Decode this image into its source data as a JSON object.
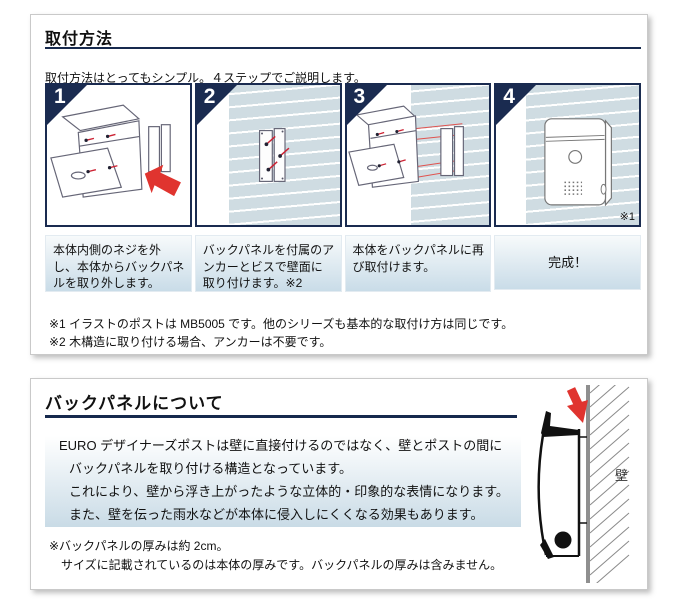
{
  "section1": {
    "title": "取付方法",
    "subtitle": "取付方法はとってもシンプル。４ステップでご説明します。",
    "steps": [
      {
        "number": "1",
        "caption": "本体内側のネジを外し、本体からバックパネルを取り外します。"
      },
      {
        "number": "2",
        "caption": "バックパネルを付属のアンカーとビスで壁面に取り付けます。※2"
      },
      {
        "number": "3",
        "caption": "本体をバックパネルに再び取付けます。"
      },
      {
        "number": "4",
        "caption": "完成！",
        "note": "※1"
      }
    ],
    "footnotes": [
      "※1 イラストのポストは MB5005 です。他のシリーズも基本的な取付け方は同じです。",
      "※2 木構造に取り付ける場合、アンカーは不要です。"
    ]
  },
  "section2": {
    "title": "バックパネルについて",
    "body_lines": [
      "EURO デザイナーズポストは壁に直接付けるのではなく、壁とポストの間に",
      "バックパネルを取り付ける構造となっています。",
      "これにより、壁から浮き上がったような立体的・印象的な表情になります。",
      "また、壁を伝った雨水などが本体に侵入しにくくなる効果もあります。"
    ],
    "footnote_lines": [
      "※バックパネルの厚みは約 2cm。",
      "サイズに記載されているのは本体の厚みです。バックパネルの厚みは含みません。"
    ],
    "wall_label": "壁"
  },
  "colors": {
    "navy": "#1a2b50",
    "rule_navy": "#16294d",
    "accent_red": "#e0342f",
    "wall_blue": "#cfdce2",
    "caption_gradient_bottom": "#c9dce8"
  }
}
